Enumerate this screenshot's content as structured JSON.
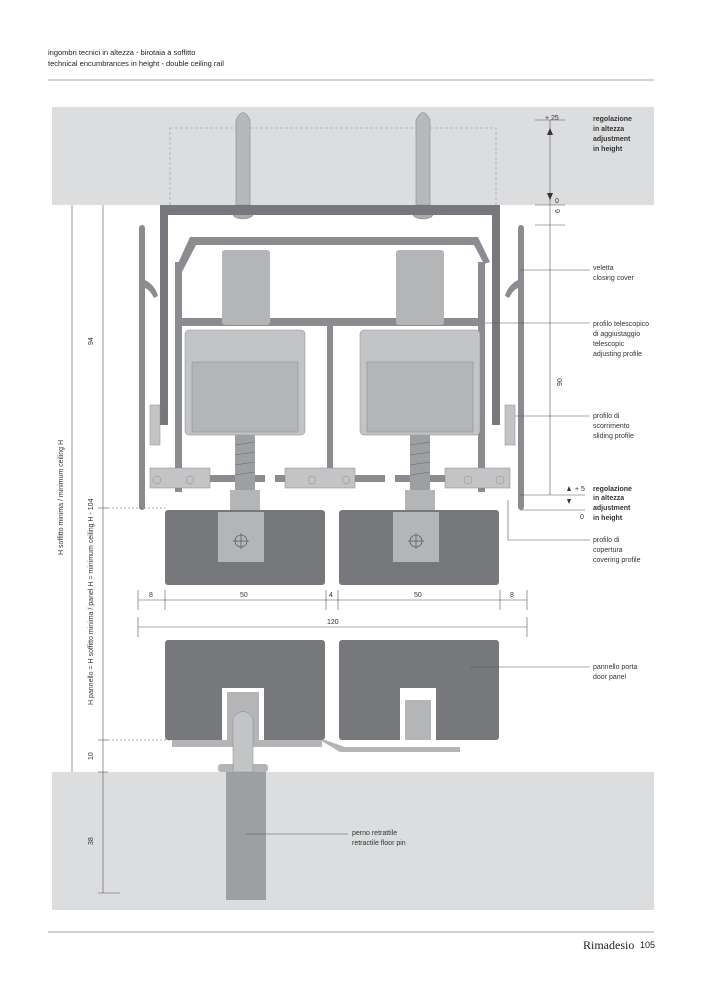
{
  "header": {
    "title_it": "ingombri tecnici in altezza - birotaia a soffitto",
    "title_en": "technical encumbrances in height - double ceiling rail"
  },
  "callouts": {
    "top_adjust": [
      "regolazione",
      "in altezza",
      "adjustment",
      "in height"
    ],
    "closing_cover": [
      "veletta",
      "closing cover"
    ],
    "telescopic": [
      "profilo telescopico",
      "di aggiustaggio",
      "telescopic",
      "adjusting profile"
    ],
    "sliding": [
      "profilo di",
      "scorrimento",
      "sliding profile"
    ],
    "bottom_adjust": [
      "regolazione",
      "in altezza",
      "adjustment",
      "in height"
    ],
    "covering": [
      "profilo di",
      "copertura",
      "covering profile"
    ],
    "door_panel": [
      "pannello porta",
      "door panel"
    ],
    "floor_pin": [
      "perno retrattile",
      "retractile floor pin"
    ]
  },
  "dimensions": {
    "top_plus": "+ 25",
    "top_zero": "0",
    "six": "6",
    "ninety": "90",
    "bottom_plus": "+ 5",
    "bottom_zero": "0",
    "ninety_four": "94",
    "ten": "10",
    "thirty_eight": "38",
    "widths": [
      "8",
      "50",
      "4",
      "50",
      "8"
    ],
    "total_width": "120",
    "min_ceiling": "H soffitto minima  /  minimum ceiling H",
    "panel_height": "H pannello = H soffitto minima / panel H = minimum ceiling H - 104"
  },
  "footer": {
    "brand": "Rimadesio",
    "page": "105"
  },
  "colors": {
    "band": "#dcdddf",
    "dark": "#76787b",
    "mid": "#9d9fa2",
    "light": "#c3c4c6"
  }
}
